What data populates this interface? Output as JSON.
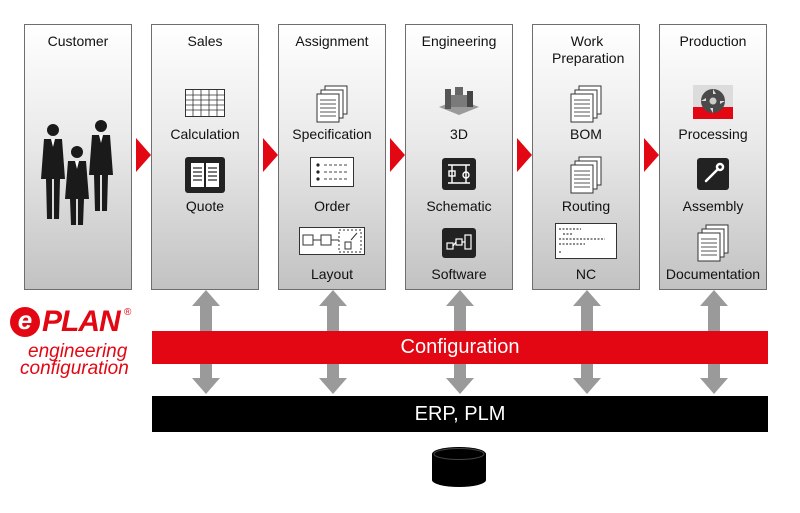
{
  "columns": [
    {
      "title": "Customer",
      "items": []
    },
    {
      "title": "Sales",
      "items": [
        "Calculation",
        "Quote"
      ]
    },
    {
      "title": "Assignment",
      "items": [
        "Specification",
        "Order",
        "Layout"
      ]
    },
    {
      "title": "Engineering",
      "items": [
        "3D",
        "Schematic",
        "Software"
      ]
    },
    {
      "title": "Work Preparation",
      "items": [
        "BOM",
        "Routing",
        "NC"
      ]
    },
    {
      "title": "Production",
      "items": [
        "Processing",
        "Assembly",
        "Documentation"
      ]
    }
  ],
  "bands": {
    "configuration": "Configuration",
    "erp": "ERP, PLM"
  },
  "logo": {
    "brand_e": "e",
    "brand_rest": "PLAN",
    "registered": "®",
    "line1": "engineering",
    "line2": "configuration"
  },
  "colors": {
    "accent": "#e30613",
    "erp_band": "#000000",
    "connector": "#9a9a9a"
  }
}
